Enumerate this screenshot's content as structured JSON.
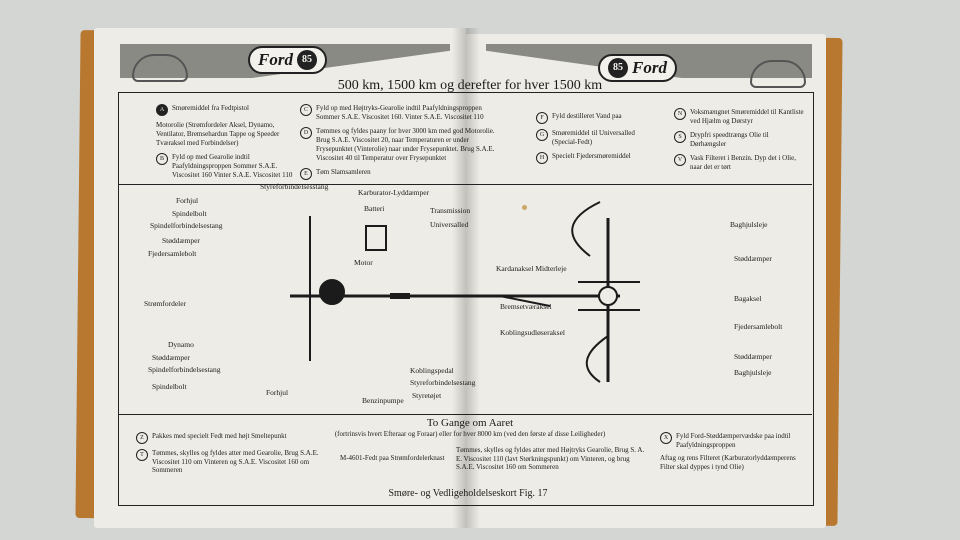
{
  "brand": {
    "name": "Ford",
    "model": "85"
  },
  "heading": "500 km, 1500 km og derefter for hver 1500 km",
  "legend": [
    {
      "sym": "A",
      "filled": true,
      "text": "Smøremiddel fra Fedtpistol"
    },
    {
      "sym": "",
      "filled": false,
      "text": "Motorolie (Strømfordeler Aksel, Dynamo, Ventilator, Bremsehardun Tappe og Speeder Tværaksel med Forbindelser)"
    },
    {
      "sym": "B",
      "filled": false,
      "text": "Fyld op med Gearolie indtil Paafyldningsproppen Sommer S.A.E. Viscositet 160 Vinter S.A.E. Viscositet 110"
    },
    {
      "sym": "C",
      "filled": false,
      "text": "Fyld op med Højtryks-Gearolie indtil Paafyldningsproppen Sommer S.A.E. Viscositet 160. Vinter S.A.E. Viscositet 110"
    },
    {
      "sym": "D",
      "filled": false,
      "text": "Tømmes og fyldes paany for hver 3000 km med god Motorolie. Brug S.A.E. Viscositet 20, naar Temperaturen er under Frysepunktet (Vinterolie) naar under Frysepunktet. Brug S.A.E. Viscositet 40 til Temperatur over Frysepunktet"
    },
    {
      "sym": "E",
      "filled": false,
      "text": "Tøm Slamsamleren"
    },
    {
      "sym": "F",
      "filled": false,
      "text": "Fyld destilleret Vand paa"
    },
    {
      "sym": "G",
      "filled": false,
      "text": "Smøremiddel til Universalled (Special-Fedt)"
    },
    {
      "sym": "H",
      "filled": false,
      "text": "Specielt Fjedersmøremiddel"
    },
    {
      "sym": "N",
      "filled": false,
      "text": "Voksmængnet Smøremiddel til Kantliste ved Hjælm og Dørstyr"
    },
    {
      "sym": "S",
      "filled": false,
      "text": "Drypfri speedtrængs Olie til Dørhængsler"
    },
    {
      "sym": "V",
      "filled": false,
      "text": "Vask Filteret i Benzin. Dyp det i Olie, naar det er tørt"
    }
  ],
  "diagram_labels": {
    "left": [
      "Forhjul",
      "Spindelbolt",
      "Spindelforbindelsestang",
      "Støddæmper",
      "Fjedersamlebolt",
      "Strømfordeler",
      "Dynamo",
      "Støddæmper",
      "Spindelforbindelsestang",
      "Spindelbolt",
      "Forhjul"
    ],
    "top": [
      "Styreforbindelsesstang",
      "Karburator-Lyddæmper",
      "Batteri",
      "Transmission",
      "Universalled",
      "Motor"
    ],
    "center": [
      "Kardanaksel Midterleje",
      "Bremsetværaksel",
      "Koblingsudløseraksel",
      "Koblingspedal",
      "Styreforbindelsestang",
      "Styretøjet",
      "Benzinpumpe"
    ],
    "right": [
      "Baghjulsleje",
      "Støddæmper",
      "Bagaksel",
      "Fjedersamlebolt",
      "Støddæmper",
      "Baghjulsleje"
    ]
  },
  "section2": {
    "title": "To Gange om Aaret",
    "subtitle": "(fortrinsvis hvert Efteraar og Foraar) eller for hver 8000 km (ved den første af disse Leiligheder)"
  },
  "bottom_items": [
    {
      "sym": "Z",
      "text": "Pakkes med specielt Fedt med højt Smeltepunkt"
    },
    {
      "sym": "T",
      "text": "Tømmes, skylles og fyldes atter med Gearolie, Brug S.A.E. Viscositet 110 om Vinteren og S.A.E. Viscositet 160 om Sommeren"
    },
    {
      "sym": "",
      "text": "M-4601-Fedt paa Strømfordelerknast"
    },
    {
      "sym": "",
      "text": "Tømmes, skylles og fyldes atter med Højtryks Gearolie, Brug S. A. E. Viscositet 110 (lavt Størkningspunkt) om Vinteren, og brug S.A.E. Viscositet 160 om Sommeren"
    },
    {
      "sym": "X",
      "text": "Fyld Ford-Støddæmpervædske paa indtil Paafyldningsproppen"
    },
    {
      "sym": "",
      "text": "Aftag og rens Filteret (Karburatorlyddæmperens Filter skal dyppes i tynd Olie)"
    }
  ],
  "caption": "Smøre- og Vedligeholdelseskort Fig. 17"
}
